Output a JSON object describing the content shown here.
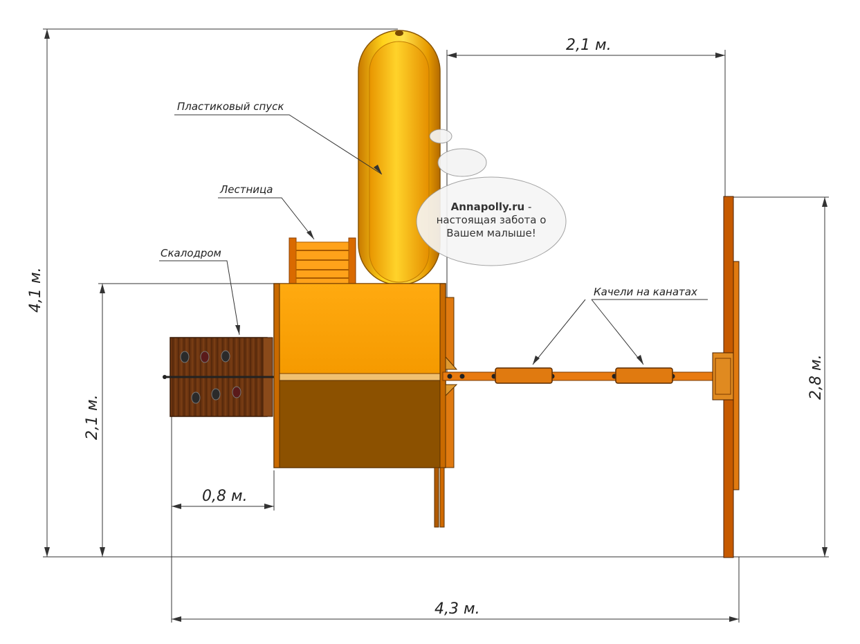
{
  "dimensions": {
    "total_height": "4,1 м.",
    "top_width": "2,1 м.",
    "right_height": "2,8 м.",
    "left_height": "2,1 м.",
    "climb_width": "0,8 м.",
    "total_width": "4,3 м."
  },
  "callouts": {
    "slide": "Пластиковый спуск",
    "ladder": "Лестница",
    "climbing_wall": "Скалодром",
    "swings": "Качели на канатах"
  },
  "bubble": {
    "brand": "Annapolly.ru",
    "dash": " -",
    "line2": "настоящая забота о",
    "line3": "Вашем малыше!"
  },
  "colors": {
    "slide": "#f5b400",
    "tower_top": "#ffa500",
    "tower_bottom": "#8c5100",
    "wood_dark": "#6b3410",
    "beam": "#e87a10",
    "dimension_line": "#333333"
  }
}
